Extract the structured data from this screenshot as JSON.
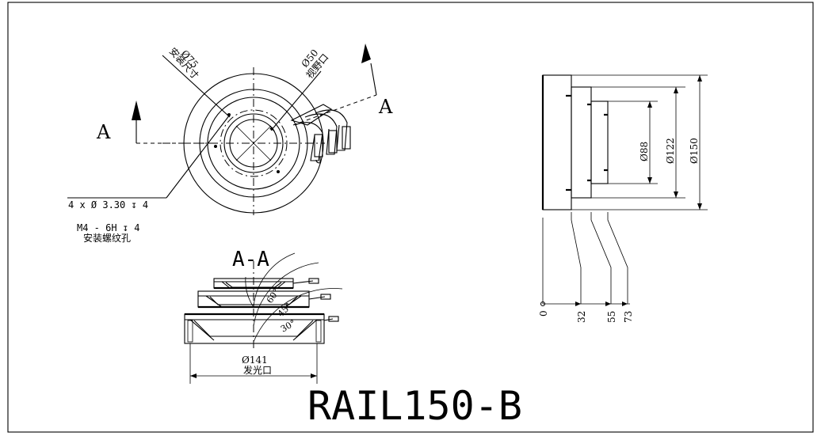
{
  "section_marker": "A",
  "section_marker_right": "A",
  "section_title": "A-A",
  "part_number": "RAIL150-B",
  "top_view": {
    "dim_mount": "Ø75",
    "dim_mount_label": "安装尺寸",
    "dim_view": "Ø50",
    "dim_view_label": "视野口",
    "hole_spec": "4 x Ø 3.30 ↧ 4",
    "thread_spec": "M4 - 6H ↧ 4",
    "thread_label": "安装螺纹孔"
  },
  "section_view": {
    "angle_60": "60°",
    "angle_45": "45°",
    "angle_30": "30°",
    "dim_emit": "Ø141",
    "dim_emit_label": "发光口"
  },
  "side_view": {
    "dim_88": "Ø88",
    "dim_122": "Ø122",
    "dim_150": "Ø150",
    "ord_0": "0",
    "ord_32": "32",
    "ord_55": "55",
    "ord_73": "73"
  }
}
